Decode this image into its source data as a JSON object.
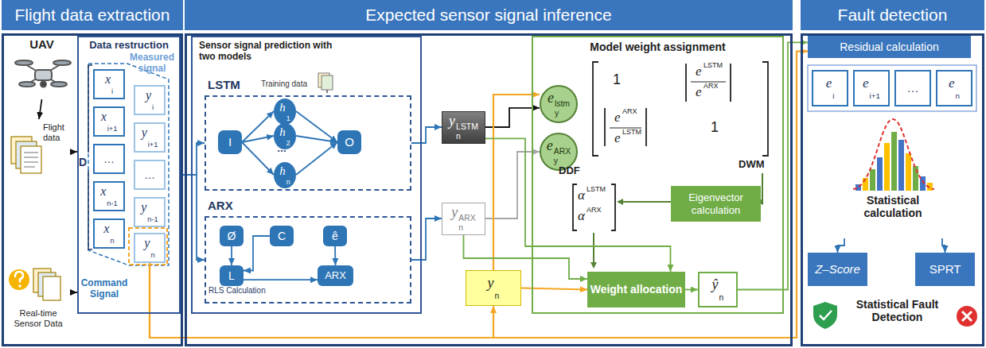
{
  "diagram": {
    "nodes": [
      {
        "text": [
          "Flight data extraction"
        ]
      },
      {
        "text": [
          "UAV"
        ],
        "in": 0
      },
      {
        "text": [
          "Flight data"
        ],
        "in": 0
      },
      {
        "text": [
          "Real-time Sensor Data"
        ],
        "in": 0
      },
      {
        "text": [
          "Data restruction"
        ],
        "in": 0
      },
      {
        "text": [
          "x",
          "i"
        ],
        "in": 4
      },
      {
        "text": [
          "x",
          "i+1"
        ],
        "in": 4
      },
      {
        "text": [
          "…"
        ],
        "in": 4
      },
      {
        "text": [
          "x",
          "n-1"
        ],
        "in": 4
      },
      {
        "text": [
          "x",
          "n"
        ],
        "in": 4
      },
      {
        "text": [
          "y",
          "i"
        ],
        "in": 4
      },
      {
        "text": [
          "y",
          "i+1"
        ],
        "in": 4
      },
      {
        "text": [
          "…"
        ],
        "in": 4
      },
      {
        "text": [
          "y",
          "n-1"
        ],
        "in": 4
      },
      {
        "text": [
          "y",
          "n"
        ],
        "in": 4
      },
      {
        "text": [
          "Expected sensor signal inference"
        ]
      },
      {
        "text": [
          "Sensor signal prediction with two models"
        ],
        "in": 15
      },
      {
        "text": [
          "LSTM"
        ],
        "in": 16
      },
      {
        "text": [
          "I"
        ],
        "in": 17
      },
      {
        "text": [
          "h",
          "1"
        ],
        "in": 17
      },
      {
        "text": [
          "h",
          "2"
        ],
        "in": 17
      },
      {
        "text": [
          "h",
          "n"
        ],
        "in": 17
      },
      {
        "text": [
          "O"
        ],
        "in": 17
      },
      {
        "text": [
          "ARX"
        ],
        "in": 16
      },
      {
        "text": [
          "Ø"
        ],
        "in": 23
      },
      {
        "text": [
          "C"
        ],
        "in": 23
      },
      {
        "text": [
          "ê"
        ],
        "in": 23
      },
      {
        "text": [
          "L"
        ],
        "in": 23
      },
      {
        "text": [
          "ARX"
        ],
        "in": 23
      },
      {
        "text": [
          "y",
          "n",
          "LSTM"
        ],
        "in": 15
      },
      {
        "text": [
          "y",
          "n",
          "ARX"
        ],
        "in": 15
      },
      {
        "text": [
          "y",
          "n"
        ],
        "in": 15
      },
      {
        "text": [
          "Model weight assignment"
        ],
        "in": 15
      },
      {
        "text": [
          "e",
          "y",
          "lstm"
        ],
        "in": 32
      },
      {
        "text": [
          "e",
          "y",
          "ARX"
        ],
        "in": 32
      },
      {
        "text": [
          "Eigenvector calculation"
        ],
        "in": 32
      },
      {
        "text": [
          "Weight allocation"
        ],
        "in": 32
      },
      {
        "text": [
          "ŷ",
          "n"
        ],
        "in": 32
      },
      {
        "text": [
          "Fault detection"
        ]
      },
      {
        "text": [
          "Residual calculation"
        ],
        "in": 38
      },
      {
        "text": [
          "e",
          "i"
        ],
        "in": 38
      },
      {
        "text": [
          "e",
          "i+1"
        ],
        "in": 38
      },
      {
        "text": [
          "…"
        ],
        "in": 38
      },
      {
        "text": [
          "e",
          "n"
        ],
        "in": 38
      },
      {
        "text": [
          "Statistical calculation"
        ],
        "in": 38
      },
      {
        "text": [
          "Z–Score"
        ],
        "in": 38
      },
      {
        "text": [
          "SPRT"
        ],
        "in": 38
      }
    ],
    "edges": [
      {
        "from": 1,
        "to": 2,
        "arrow": "to"
      },
      {
        "from": 2,
        "to": 4,
        "arrow": "to"
      },
      {
        "from": 3,
        "to": 4,
        "arrow": "to"
      },
      {
        "from": 4,
        "to": 17,
        "arrow": "to"
      },
      {
        "from": 4,
        "to": 23,
        "arrow": "to"
      },
      {
        "from": 18,
        "to": 19,
        "arrow": "to"
      },
      {
        "from": 18,
        "to": 20,
        "arrow": "to"
      },
      {
        "from": 18,
        "to": 21,
        "arrow": "to"
      },
      {
        "from": 19,
        "to": 22,
        "arrow": "to"
      },
      {
        "from": 20,
        "to": 22,
        "arrow": "to"
      },
      {
        "from": 21,
        "to": 22,
        "arrow": "to"
      },
      {
        "from": 24,
        "to": 27,
        "arrow": "to"
      },
      {
        "from": 25,
        "to": 27,
        "arrow": "to"
      },
      {
        "from": 27,
        "to": 28,
        "arrow": "to"
      },
      {
        "from": 26,
        "to": 28,
        "arrow": "to"
      },
      {
        "from": 17,
        "to": 29,
        "arrow": "to"
      },
      {
        "from": 23,
        "to": 30,
        "arrow": "to"
      },
      {
        "from": 29,
        "to": 33,
        "arrow": "to"
      },
      {
        "from": 30,
        "to": 34,
        "arrow": "to"
      },
      {
        "from": 31,
        "to": 33,
        "arrow": "to"
      },
      {
        "from": 31,
        "to": 36,
        "arrow": "to"
      },
      {
        "from": 29,
        "to": 36,
        "arrow": "to"
      },
      {
        "from": 30,
        "to": 36,
        "arrow": "to"
      },
      {
        "from": 36,
        "to": 37,
        "arrow": "to"
      },
      {
        "from": 37,
        "to": 39,
        "arrow": "to"
      },
      {
        "from": 14,
        "to": 31,
        "arrow": "to"
      },
      {
        "from": 14,
        "to": 39,
        "arrow": "to"
      },
      {
        "from": 44,
        "to": 45,
        "arrow": "to"
      },
      {
        "from": 44,
        "to": 46,
        "arrow": "to"
      }
    ],
    "labels": [
      "Measured signal",
      "D",
      "Command Signal",
      "Training data",
      "…",
      "RLS Calculation",
      "1",
      "e",
      "LSTM",
      "e",
      "ARX",
      "e",
      "ARX",
      "e",
      "LSTM",
      "1",
      "DWM",
      "DDF",
      "α",
      "LSTM",
      "α",
      "ARX",
      "Statistical Fault Detection"
    ]
  }
}
